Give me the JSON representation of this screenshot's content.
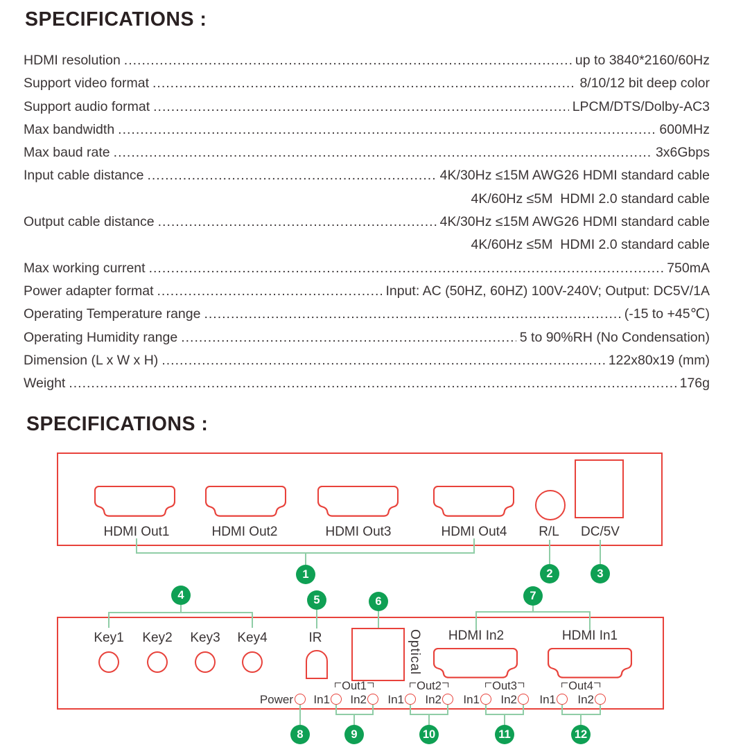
{
  "page": {
    "heading1": "SPECIFICATIONS :",
    "heading2": "SPECIFICATIONS :"
  },
  "colors": {
    "outline_red": "#e8423b",
    "callout_green": "#0fa054",
    "callout_line_green": "#8fcda6",
    "text": "#3a3435"
  },
  "specs": [
    {
      "label": "HDMI resolution",
      "value": "up to 3840*2160/60Hz"
    },
    {
      "label": "Support video format",
      "value": "8/10/12 bit deep color"
    },
    {
      "label": "Support audio format",
      "value": "LPCM/DTS/Dolby-AC3"
    },
    {
      "label": "Max bandwidth",
      "value": "600MHz"
    },
    {
      "label": "Max baud rate",
      "value": "3x6Gbps"
    },
    {
      "label": "Input cable distance",
      "value": "4K/30Hz ≤15M AWG26 HDMI standard cable"
    },
    {
      "label": "",
      "value": "4K/60Hz ≤5M  HDMI 2.0 standard cable"
    },
    {
      "label": "Output cable distance",
      "value": "4K/30Hz ≤15M AWG26 HDMI standard cable"
    },
    {
      "label": "",
      "value": "4K/60Hz ≤5M  HDMI 2.0 standard cable"
    },
    {
      "label": "Max working current",
      "value": "750mA"
    },
    {
      "label": "Power adapter format",
      "value": "Input: AC (50HZ, 60HZ) 100V-240V; Output: DC5V/1A"
    },
    {
      "label": "Operating Temperature range",
      "value": "(-15 to +45℃)"
    },
    {
      "label": "Operating Humidity range",
      "value": "5 to 90%RH (No Condensation)"
    },
    {
      "label": "Dimension (L x W x H)",
      "value": "122x80x19 (mm)"
    },
    {
      "label": "Weight",
      "value": "176g"
    }
  ],
  "rear_panel": {
    "port_labels": [
      "HDMI Out1",
      "HDMI Out2",
      "HDMI Out3",
      "HDMI Out4"
    ],
    "audio_jack_label": "R/L",
    "dc_power_label": "DC/5V",
    "callouts": [
      "1",
      "2",
      "3"
    ]
  },
  "front_panel": {
    "key_labels": [
      "Key1",
      "Key2",
      "Key3",
      "Key4"
    ],
    "ir_label": "IR",
    "optical_label": "Optical",
    "hdmi_in_labels": [
      "HDMI In2",
      "HDMI In1"
    ],
    "power_led_label": "Power",
    "led_groups": [
      {
        "out_label": "Out1",
        "in1": "In1",
        "in2": "In2"
      },
      {
        "out_label": "Out2",
        "in1": "In1",
        "in2": "In2"
      },
      {
        "out_label": "Out3",
        "in1": "In1",
        "in2": "In2"
      },
      {
        "out_label": "Out4",
        "in1": "In1",
        "in2": "In2"
      }
    ],
    "callouts": [
      "4",
      "5",
      "6",
      "7",
      "8",
      "9",
      "10",
      "11",
      "12"
    ]
  }
}
